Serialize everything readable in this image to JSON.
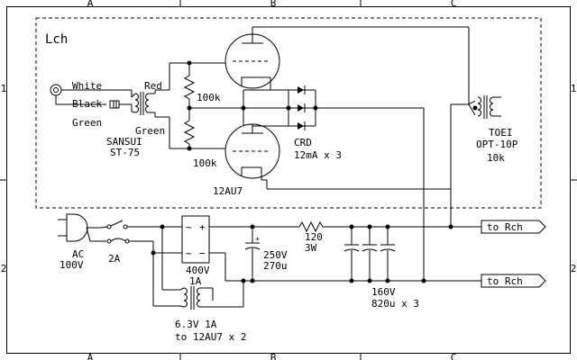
{
  "frame": {
    "top_cols": [
      "A",
      "B",
      "C"
    ],
    "bottom_cols": [
      "A",
      "B",
      "C"
    ],
    "left_rows": [
      "1",
      "2"
    ],
    "right_rows": [
      "1",
      "2"
    ]
  },
  "labels": {
    "channel": "Lch",
    "wire_white": "White",
    "wire_black": "Black",
    "wire_green1": "Green",
    "wire_red": "Red",
    "wire_green2": "Green",
    "input_tx_brand": "SANSUI",
    "input_tx_model": "ST-75",
    "res_top": "100k",
    "res_bottom": "100k",
    "tube": "12AU7",
    "crd_name": "CRD",
    "crd_value": "12mA x 3",
    "out_tx_brand": "TOEI",
    "out_tx_model": "OPT-10P",
    "out_tx_imp": "10k",
    "ac_name": "AC",
    "ac_volt": "100V",
    "fuse": "2A",
    "bridge_v": "400V",
    "bridge_a": "1A",
    "cap1_v": "250V",
    "cap1_c": "270u",
    "res_series_val": "120",
    "res_series_w": "3W",
    "cap_bank_v": "160V",
    "cap_bank_c": "820u x 3",
    "heater_line1": "6.3V 1A",
    "heater_line2": "to 12AU7 x 2",
    "to_rch_1": "to Rch",
    "to_rch_2": "to Rch"
  }
}
